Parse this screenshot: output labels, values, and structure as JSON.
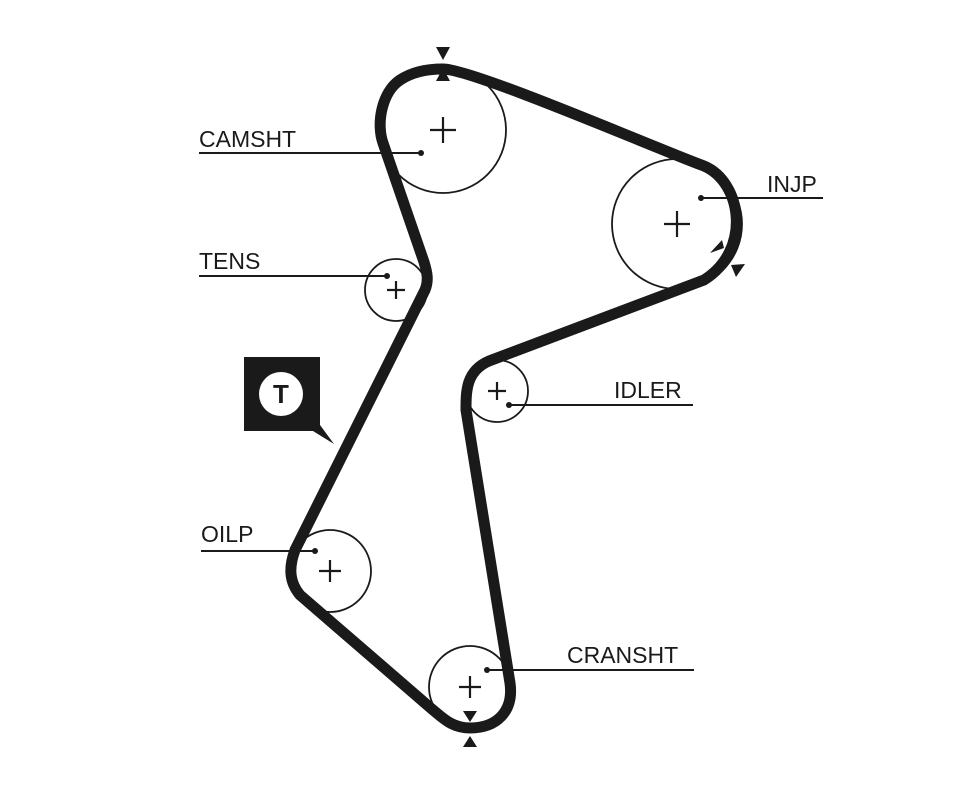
{
  "labels": {
    "camshaft": "CAMSHT",
    "injection_pump": "INJP",
    "tensioner": "TENS",
    "idler": "IDLER",
    "oil_pump": "OILP",
    "crankshaft": "CRANSHT"
  },
  "tensioner_badge": {
    "letter": "T",
    "icon": "tensioner-badge-icon"
  },
  "colors": {
    "line": "#1a1a1a",
    "background": "#ffffff"
  }
}
